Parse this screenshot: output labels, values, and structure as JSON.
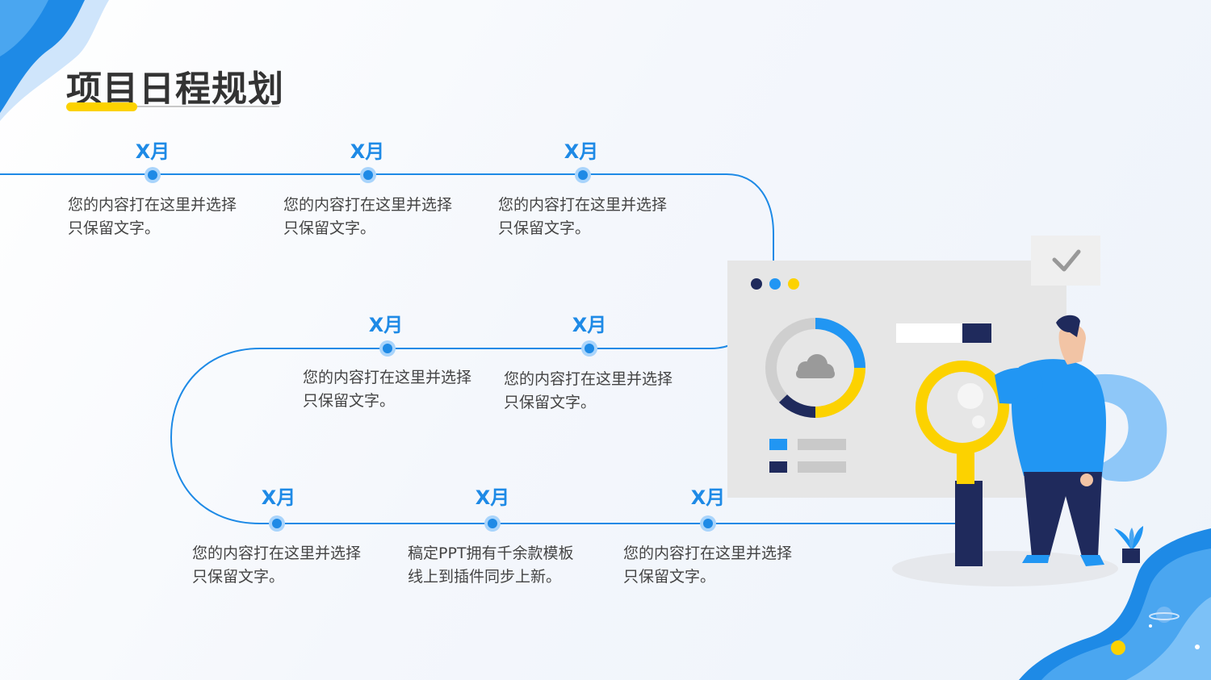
{
  "title": "项目日程规划",
  "accent_color": "#1e8ae6",
  "highlight_color": "#fcd200",
  "timeline": [
    {
      "month": "X月",
      "line1": "您的内容打在这里并选择",
      "line2": "只保留文字。"
    },
    {
      "month": "X月",
      "line1": "您的内容打在这里并选择",
      "line2": "只保留文字。"
    },
    {
      "month": "X月",
      "line1": "您的内容打在这里并选择",
      "line2": "只保留文字。"
    },
    {
      "month": "X月",
      "line1": "您的内容打在这里并选择",
      "line2": "只保留文字。"
    },
    {
      "month": "X月",
      "line1": "您的内容打在这里并选择",
      "line2": "只保留文字。"
    },
    {
      "month": "X月",
      "line1": "您的内容打在这里并选择",
      "line2": "只保留文字。"
    },
    {
      "month": "X月",
      "line1": "稿定PPT拥有千余款模板",
      "line2": "线上到插件同步上新。"
    },
    {
      "month": "X月",
      "line1": "您的内容打在这里并选择",
      "line2": "只保留文字。"
    }
  ],
  "illustration": {
    "checkmark_icon": "check-icon",
    "magnifier_icon": "magnifier-icon",
    "cloud_icon": "cloud-icon"
  }
}
